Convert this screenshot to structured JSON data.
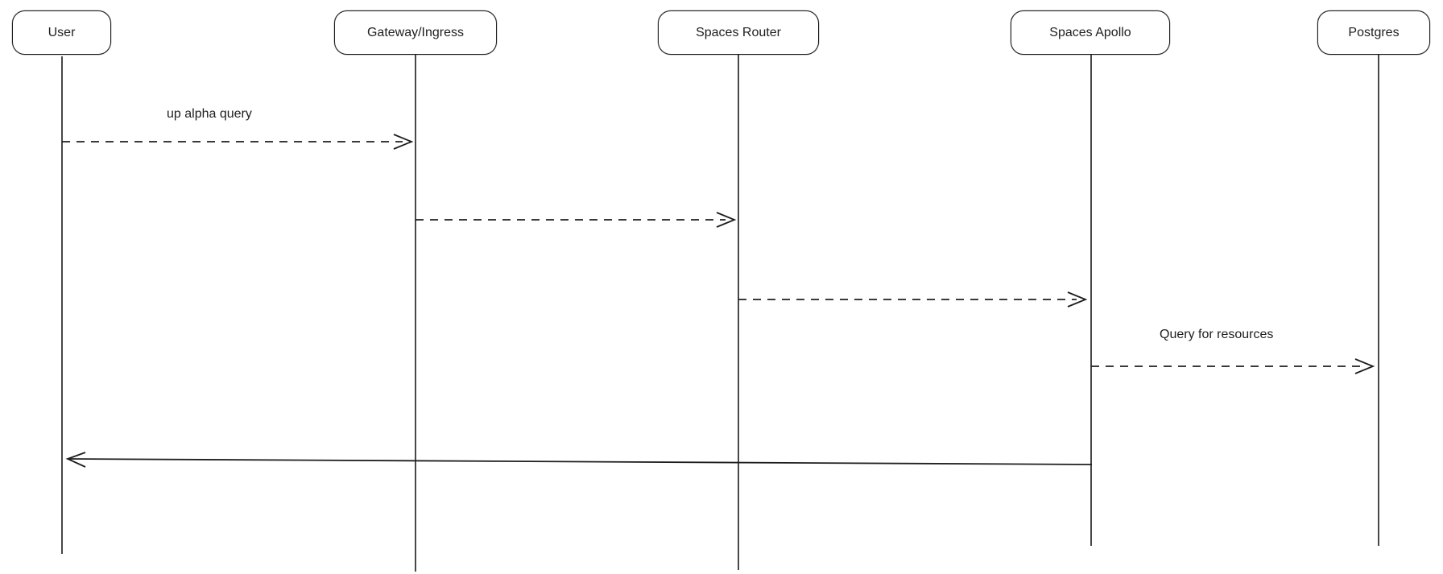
{
  "diagram": {
    "type": "sequence-diagram",
    "colors": {
      "stroke": "#1e1e1e",
      "lifeline": "#343434",
      "background": "#ffffff",
      "text": "#1e1e1e"
    },
    "actors": [
      {
        "id": "user",
        "label": "User"
      },
      {
        "id": "gateway-ingress",
        "label": "Gateway/Ingress"
      },
      {
        "id": "spaces-router",
        "label": "Spaces Router"
      },
      {
        "id": "spaces-apollo",
        "label": "Spaces Apollo"
      },
      {
        "id": "postgres",
        "label": "Postgres"
      }
    ],
    "messages": [
      {
        "from": "User",
        "to": "Gateway/Ingress",
        "label": "up alpha query",
        "line": "dashed",
        "direction": "right"
      },
      {
        "from": "Gateway/Ingress",
        "to": "Spaces Router",
        "label": "",
        "line": "dashed",
        "direction": "right"
      },
      {
        "from": "Spaces Router",
        "to": "Spaces Apollo",
        "label": "",
        "line": "dashed",
        "direction": "right"
      },
      {
        "from": "Spaces Apollo",
        "to": "Postgres",
        "label": "Query for resources",
        "line": "dashed",
        "direction": "right"
      },
      {
        "from": "Spaces Apollo",
        "to": "User",
        "label": "",
        "line": "solid",
        "direction": "left"
      }
    ]
  }
}
